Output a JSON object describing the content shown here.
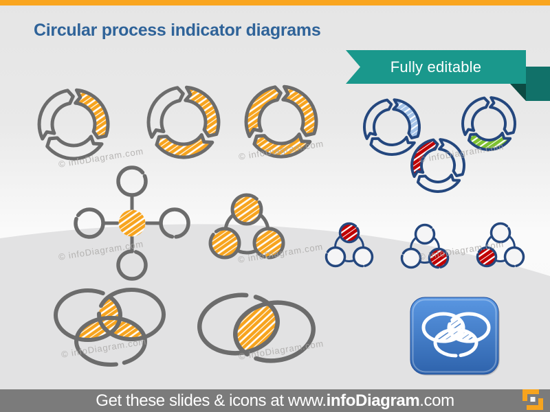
{
  "slide": {
    "title": "Circular process indicator diagrams",
    "top_bar_color": "#F9A51F",
    "ribbon": {
      "label": "Fully editable",
      "color": "#1A988C",
      "fold_color": "#117169",
      "shadow_color": "#0C4A43"
    },
    "watermark": "© infoDiagram.com",
    "footer": {
      "prefix": "Get these slides & icons at www.",
      "brand": "infoDiagram",
      "suffix": ".com",
      "bar_color": "#7B7B7B"
    }
  },
  "palette": {
    "background": "#E6E6E6",
    "title_blue": "#2F6399",
    "sketch_gray": "#6C6C6C",
    "navy": "#24477E",
    "orange": "#F7A41E",
    "red": "#C00000",
    "light_blue": "#A6C4E8",
    "green": "#7FC131",
    "icon_blue_top": "#5A97E2",
    "icon_blue_bottom": "#2E63AC",
    "icon_white": "#FFFFFF",
    "footer_gray": "#7B7B7B"
  },
  "diagrams": [
    {
      "name": "cycle-3-arrows-1-highlighted",
      "type": "circular-process",
      "segments": 3,
      "highlighted_segments": 1,
      "outline": "sketch_gray",
      "fill": "orange"
    },
    {
      "name": "cycle-3-arrows-2-highlighted",
      "type": "circular-process",
      "segments": 3,
      "highlighted_segments": 2,
      "outline": "sketch_gray",
      "fill": "orange"
    },
    {
      "name": "cycle-3-arrows-3-highlighted",
      "type": "circular-process",
      "segments": 3,
      "highlighted_segments": 3,
      "outline": "sketch_gray",
      "fill": "orange"
    },
    {
      "name": "cycle-3-arrows-blue-segment",
      "type": "circular-process",
      "segments": 3,
      "highlighted_segments": 1,
      "outline": "navy",
      "fill": "light_blue"
    },
    {
      "name": "cycle-3-arrows-green-segment",
      "type": "circular-process",
      "segments": 3,
      "highlighted_segments": 1,
      "outline": "navy",
      "fill": "green"
    },
    {
      "name": "cycle-3-arrows-red-segment",
      "type": "circular-process",
      "segments": 3,
      "highlighted_segments": 1,
      "outline": "navy",
      "fill": "red"
    },
    {
      "name": "hub-spoke-4-nodes",
      "type": "hub-and-spoke",
      "nodes": 4,
      "outline": "sketch_gray",
      "center_fill": "orange"
    },
    {
      "name": "triangle-3-circles-orange",
      "type": "triangle-cluster",
      "nodes": 3,
      "outline": "sketch_gray",
      "fill": "orange"
    },
    {
      "name": "triangle-3-circles-top-red",
      "type": "triangle-cluster",
      "nodes": 3,
      "outline": "navy",
      "highlighted_node": "top",
      "fill": "red"
    },
    {
      "name": "triangle-3-circles-right-red",
      "type": "triangle-cluster",
      "nodes": 3,
      "outline": "navy",
      "highlighted_node": "bottom-right",
      "fill": "red"
    },
    {
      "name": "triangle-3-circles-left-red",
      "type": "triangle-cluster",
      "nodes": 3,
      "outline": "navy",
      "highlighted_node": "bottom-left",
      "fill": "red"
    },
    {
      "name": "venn-3-ellipses",
      "type": "venn",
      "sets": 3,
      "outline": "sketch_gray",
      "intersection_fill": "orange"
    },
    {
      "name": "venn-2-ellipses",
      "type": "venn",
      "sets": 2,
      "outline": "sketch_gray",
      "intersection_fill": "orange"
    },
    {
      "name": "venn-app-icon",
      "type": "app-icon",
      "sets": 3,
      "background": "icon_blue_top",
      "drawing": "icon_white"
    }
  ]
}
